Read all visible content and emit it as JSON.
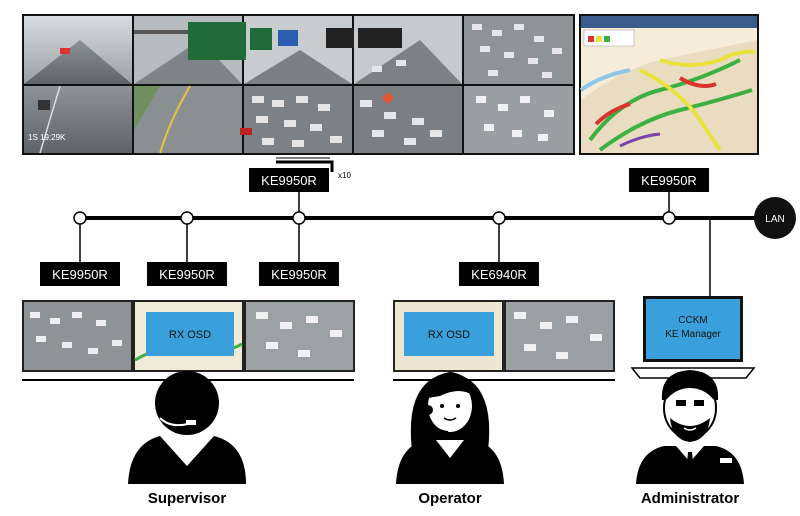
{
  "device_labels": {
    "top_main": "KE9950R",
    "multiplier": "x10",
    "top_admin": "KE9950R",
    "bottom_1": "KE9950R",
    "bottom_2": "KE9950R",
    "bottom_3": "KE9950R",
    "bottom_4": "KE6940R"
  },
  "lan_label": "LAN",
  "screens": {
    "supervisor_osd": "RX OSD",
    "operator_osd": "RX OSD",
    "admin_line1": "CCKM",
    "admin_line2": "KE Manager"
  },
  "roles": {
    "supervisor": "Supervisor",
    "operator": "Operator",
    "administrator": "Administrator"
  },
  "colors": {
    "osd_blue": "#3aa0dc",
    "bus": "#000000",
    "traffic_green": "#3cb043",
    "traffic_yellow": "#e8e23a",
    "traffic_red": "#d8342c"
  },
  "icons": [
    "traffic-camera-feed",
    "traffic-map",
    "lan-node",
    "headset-person-icon",
    "administrator-person-icon",
    "laptop-icon"
  ]
}
